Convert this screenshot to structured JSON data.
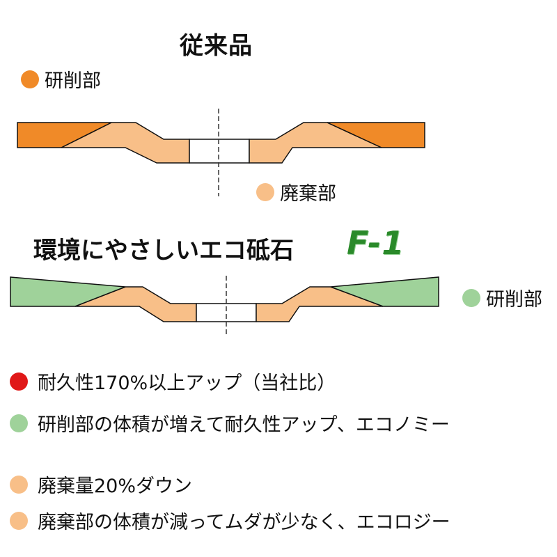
{
  "colors": {
    "conventional_grinding": "#f08a28",
    "waste": "#f8bf88",
    "eco_grinding": "#9fd29a",
    "red": "#e01818",
    "outline": "#111111"
  },
  "conventional": {
    "title": "従来品",
    "legend_grinding": "研削部",
    "legend_waste": "廃棄部"
  },
  "eco": {
    "title": "環境にやさしいエコ砥石",
    "brand": "F-1",
    "legend_grinding": "研削部"
  },
  "bullets": [
    {
      "text": "耐久性170%以上アップ（当社比）",
      "color": "#e01818"
    },
    {
      "text": "研削部の体積が増えて耐久性アップ、エコノミー",
      "color": "#9fd29a"
    },
    {
      "text": "廃棄量20%ダウン",
      "color": "#f8bf88"
    },
    {
      "text": "廃棄部の体積が減ってムダが少なく、エコロジー",
      "color": "#f8bf88"
    }
  ]
}
